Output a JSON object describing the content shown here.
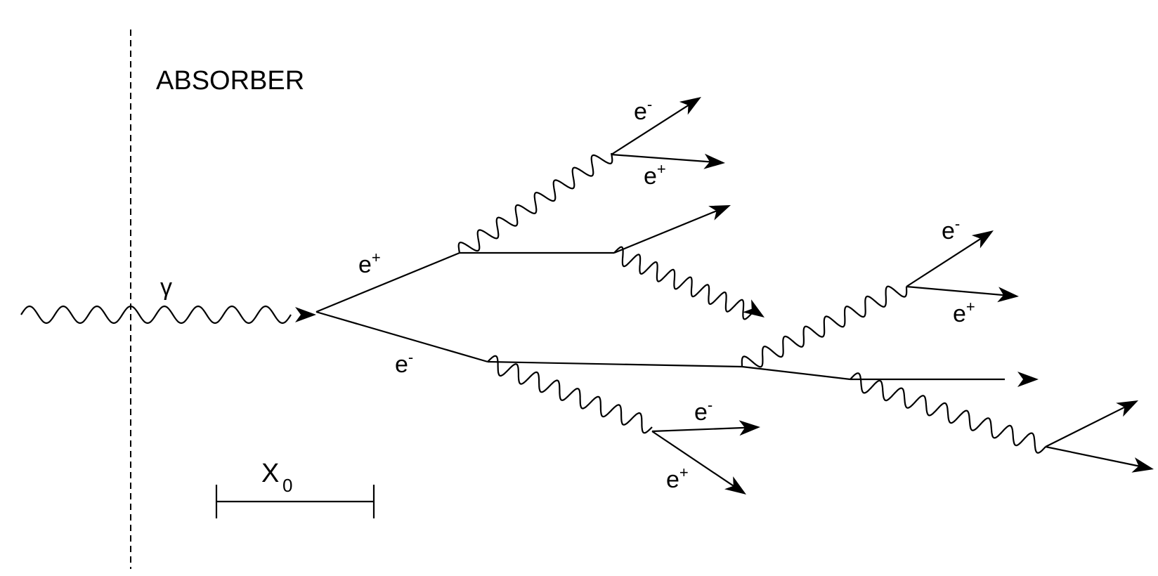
{
  "absorber_label": "ABSORBER",
  "gamma_label": "γ",
  "scale_label": "X",
  "scale_subscript": "0",
  "particle_labels": [
    {
      "base": "e",
      "charge": "+"
    },
    {
      "base": "e",
      "charge": "-"
    },
    {
      "base": "e",
      "charge": "-"
    },
    {
      "base": "e",
      "charge": "+"
    },
    {
      "base": "e",
      "charge": "-"
    },
    {
      "base": "e",
      "charge": "+"
    },
    {
      "base": "e",
      "charge": "-"
    },
    {
      "base": "e",
      "charge": "+"
    }
  ]
}
